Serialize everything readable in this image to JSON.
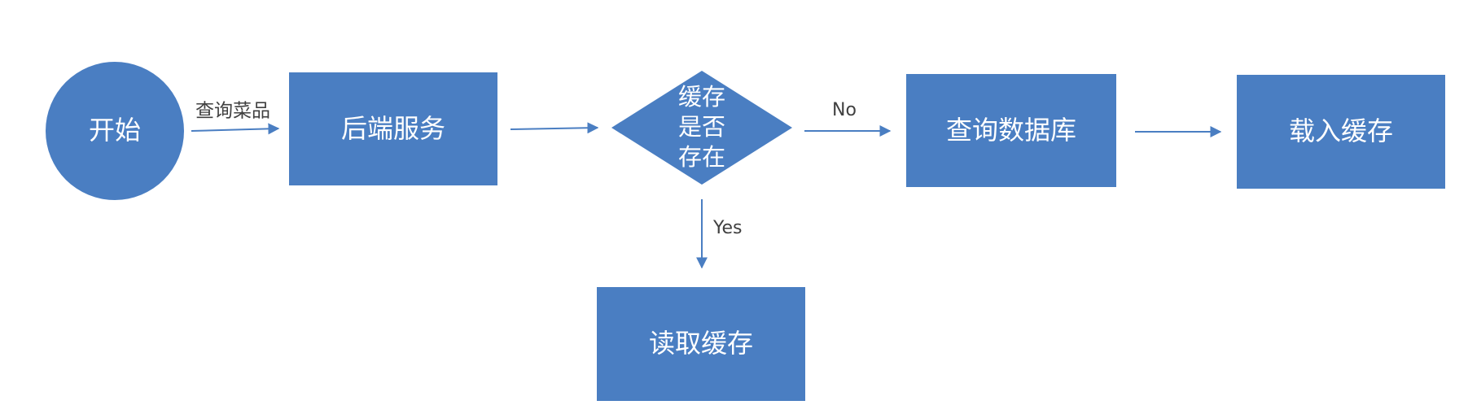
{
  "colors": {
    "node_fill": "#4a7ec2",
    "edge": "#4a7ec2",
    "node_text": "#ffffff",
    "label_text": "#404040"
  },
  "nodes": {
    "start": {
      "label": "开始"
    },
    "backend": {
      "label": "后端服务"
    },
    "decision": {
      "lines": [
        "缓存",
        "是否",
        "存在"
      ]
    },
    "query_db": {
      "label": "查询数据库"
    },
    "load_cache": {
      "label": "载入缓存"
    },
    "read_cache": {
      "label": "读取缓存"
    }
  },
  "edges": {
    "start_to_backend": {
      "label": "查询菜品"
    },
    "decision_to_db": {
      "label": "No"
    },
    "decision_to_read": {
      "label": "Yes"
    }
  }
}
